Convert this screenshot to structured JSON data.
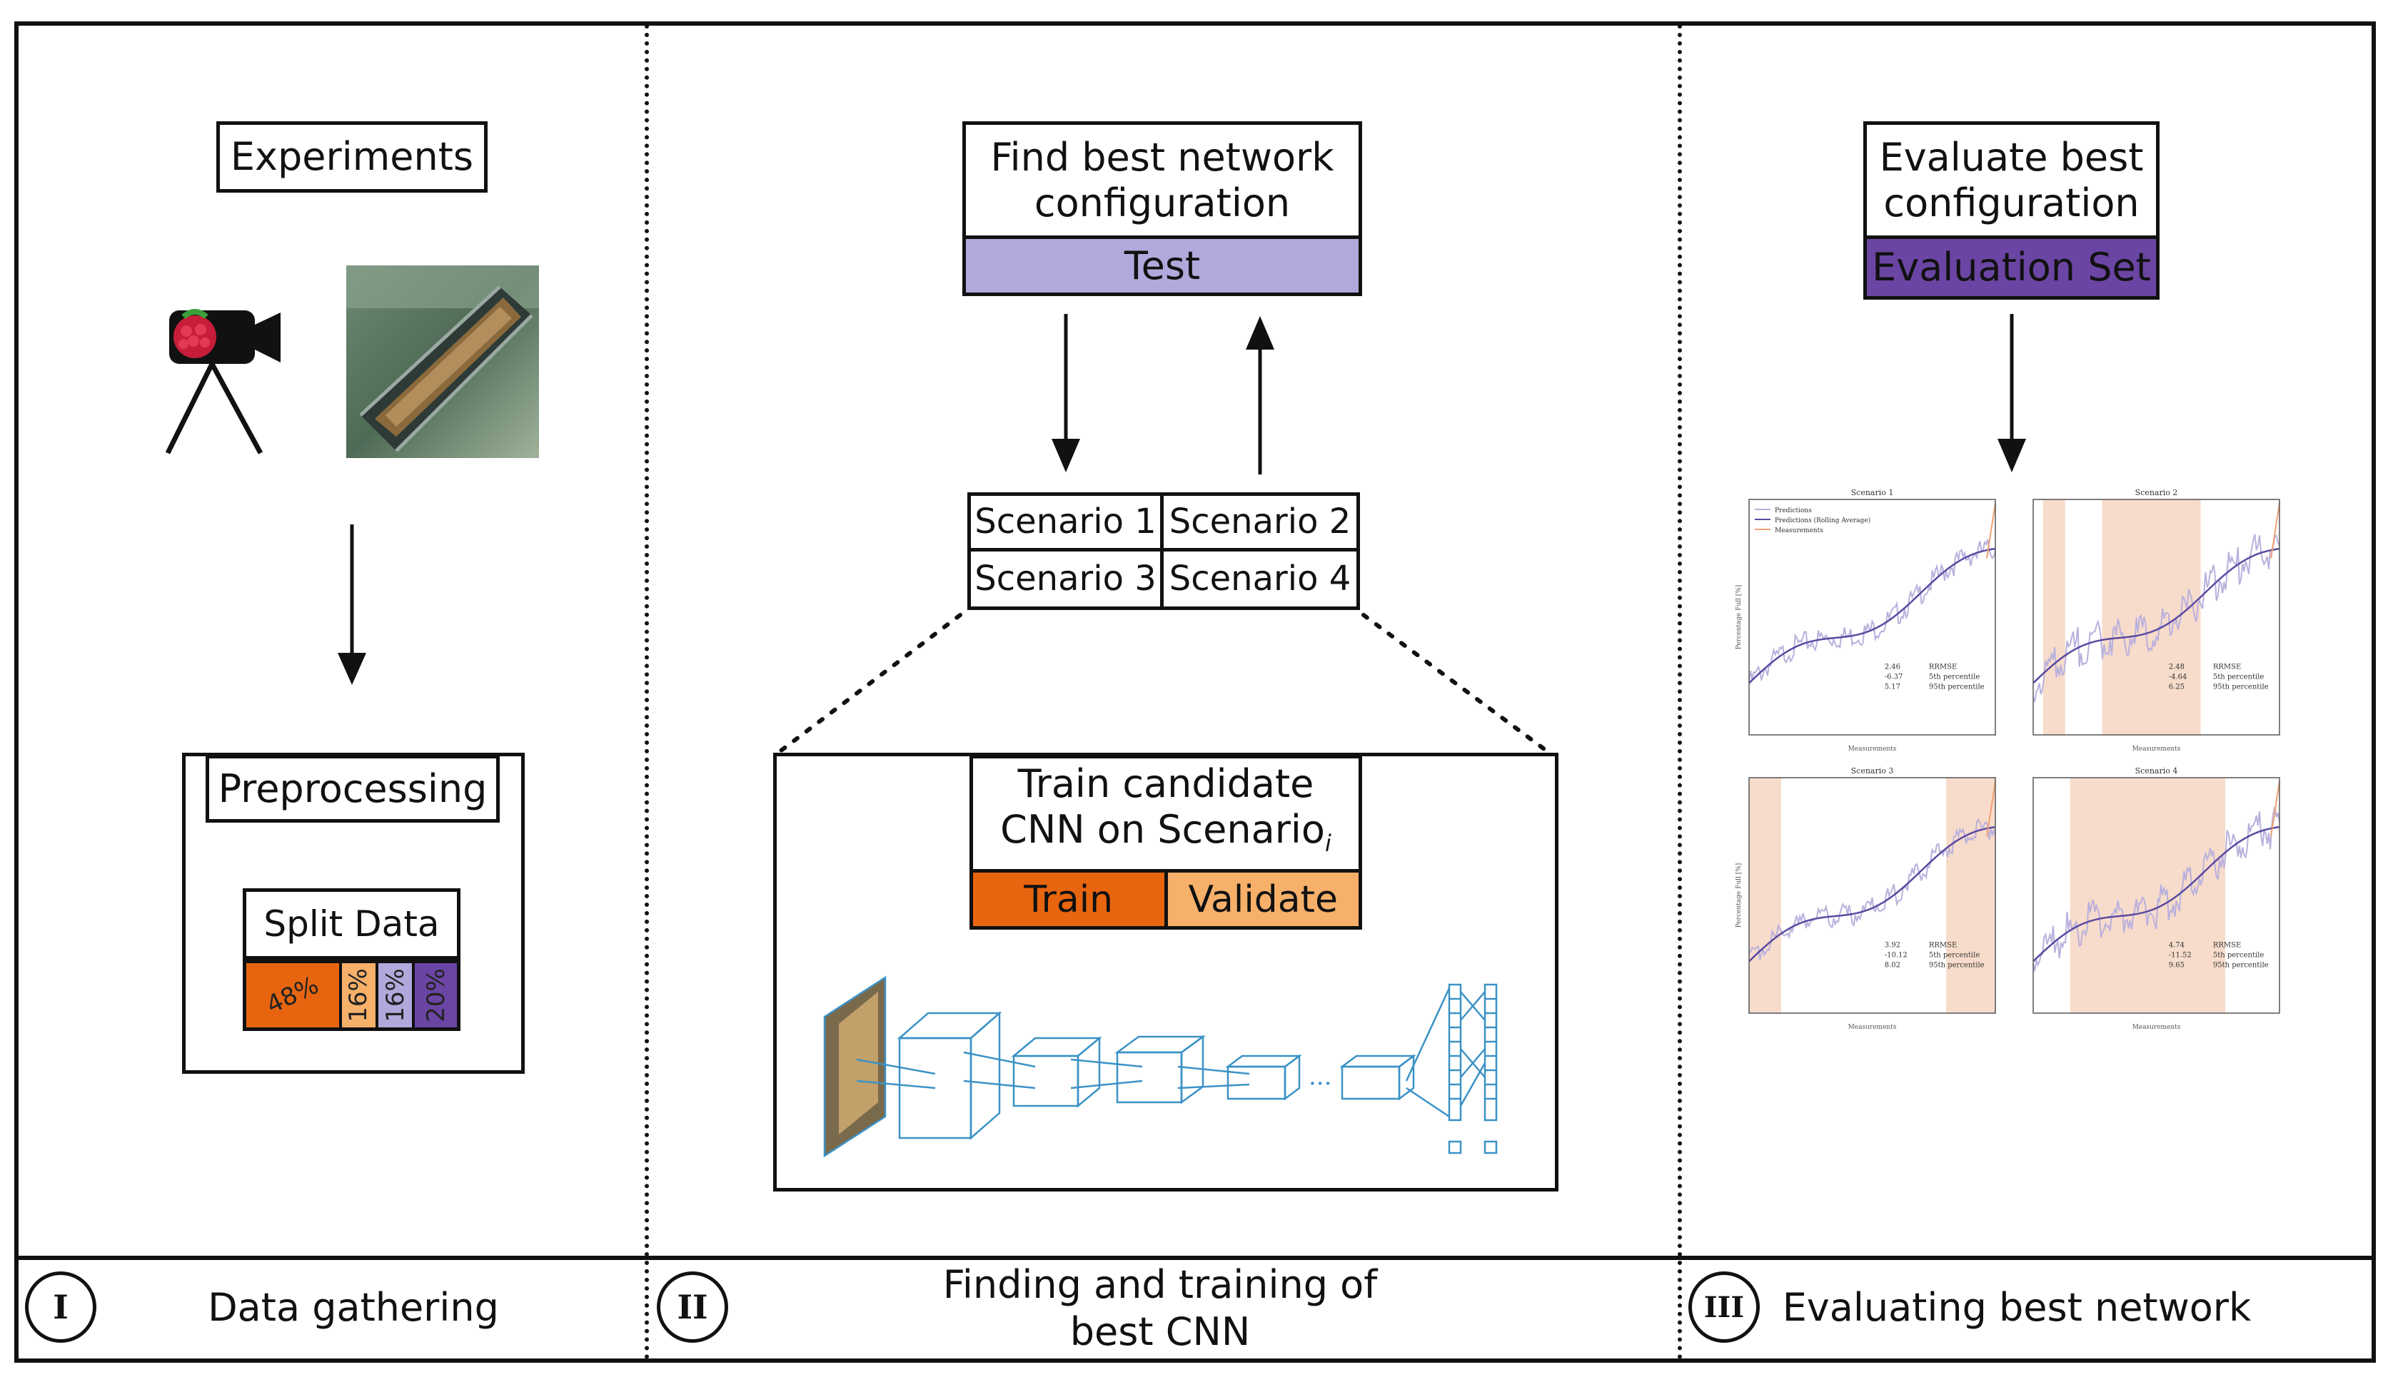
{
  "panel1": {
    "experiments_label": "Experiments",
    "preprocessing_label": "Preprocessing",
    "split_data_label": "Split Data",
    "split_segments": [
      {
        "label": "48%",
        "fraction": 0.48,
        "color": "#e8650f"
      },
      {
        "label": "16%",
        "fraction": 0.16,
        "color": "#f6b06a"
      },
      {
        "label": "16%",
        "fraction": 0.16,
        "color": "#b3a8dc"
      },
      {
        "label": "20%",
        "fraction": 0.2,
        "color": "#6b45a3"
      }
    ],
    "icons": [
      "raspberry-pi-camera-icon",
      "conveyor-photo"
    ]
  },
  "panel2": {
    "find_best_line1": "Find best network",
    "find_best_line2": "configuration",
    "test_label": "Test",
    "scenarios": [
      "Scenario 1",
      "Scenario 2",
      "Scenario 3",
      "Scenario 4"
    ],
    "train_candidate_line1": "Train candidate",
    "train_candidate_line2": "CNN on Scenario",
    "train_candidate_subscript": "i",
    "train_label": "Train",
    "validate_label": "Validate",
    "cnn_dots": "..."
  },
  "panel3": {
    "evaluate_line1": "Evaluate best",
    "evaluate_line2": "configuration",
    "evaluation_set_label": "Evaluation Set",
    "plots": [
      {
        "title": "Scenario 1",
        "stats": [
          "2.46",
          "-6.37",
          "5.17"
        ]
      },
      {
        "title": "Scenario 2",
        "stats": [
          "2.48",
          "-4.64",
          "6.25"
        ]
      },
      {
        "title": "Scenario 3",
        "stats": [
          "3.92",
          "-10.12",
          "8.02"
        ]
      },
      {
        "title": "Scenario 4",
        "stats": [
          "4.74",
          "-11.52",
          "9.65"
        ]
      }
    ],
    "stat_labels": [
      "RRMSE",
      "5th percentile",
      "95th percentile"
    ],
    "legend": [
      "Predictions",
      "Predictions (Rolling Average)",
      "Measurements"
    ],
    "xlabel": "Measurements",
    "ylabel": "Percentage Full [%]"
  },
  "footer": {
    "section1_numeral": "I",
    "section1_label": "Data gathering",
    "section2_numeral": "II",
    "section2_line1": "Finding and training of",
    "section2_line2": "best CNN",
    "section3_numeral": "III",
    "section3_label": "Evaluating best network"
  },
  "colors": {
    "test_fill": "#b3a8dc",
    "evaluation_fill": "#6b45a3",
    "train_fill": "#e8650f",
    "validate_fill": "#f6b06a",
    "prediction_line": "#5a4aa0",
    "train_band": "#f7dccb"
  }
}
